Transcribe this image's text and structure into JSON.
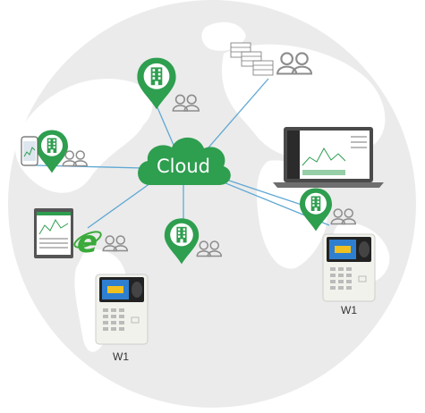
{
  "cloud": {
    "label": "Cloud"
  },
  "devices": [
    {
      "label": "W1"
    },
    {
      "label": "W1"
    }
  ],
  "colors": {
    "accent_green": "#2E9E4F",
    "globe_gray": "#EBEBEB",
    "land_white": "#FFFFFF",
    "people_gray": "#8C8C8C",
    "ie_green": "#3AAA3A",
    "link_blue": "#5FA8D3"
  },
  "icons": [
    "location-pin-building-icon",
    "people-icon",
    "table-icon",
    "internet-explorer-icon",
    "smartphone-icon",
    "tablet-icon",
    "laptop-icon",
    "fingerprint-terminal-icon"
  ]
}
